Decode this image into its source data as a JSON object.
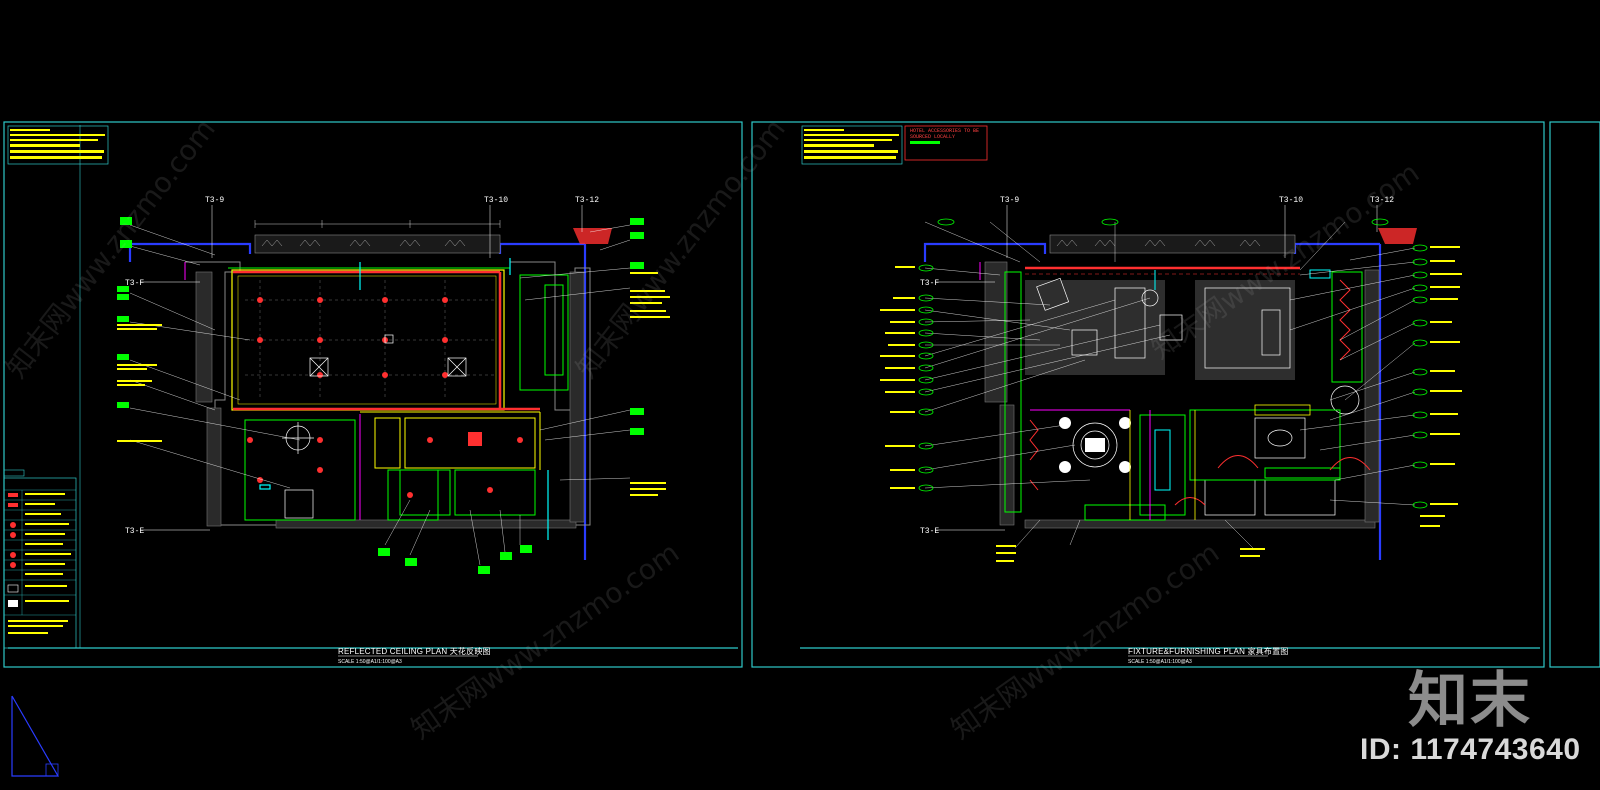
{
  "sheets": [
    {
      "title": "REFLECTED CEILING PLAN 天花反映图",
      "scale": "SCALE 1:50@A1/1:100@A3"
    },
    {
      "title": "FIXTURE&FURNISHING PLAN 家具布置图",
      "scale": "SCALE 1:50@A1/1:100@A3"
    }
  ],
  "grid_markers": {
    "left_top": [
      "T3-9",
      "T3-10",
      "T3-12"
    ],
    "left_side": [
      "T3-F",
      "T3-E"
    ],
    "right_top": [
      "T3-9",
      "T3-10",
      "T3-12"
    ],
    "right_side": [
      "T3-F",
      "T3-E"
    ]
  },
  "right_note": "HOTEL ACCESSORIES TO BE SOURCED LOCALLY",
  "watermark": {
    "brand": "知末",
    "id": "ID: 1174743640",
    "diagonal": "知末网www.znzmo.com"
  },
  "colors": {
    "background": "#000000",
    "frame": "#2ec9c9",
    "wall": "#ff3030",
    "structure": "#2a3cff",
    "text": "#ffff00",
    "leader": "#ffffff",
    "fixture": "#00ff00",
    "accent": "#ff00ff"
  }
}
